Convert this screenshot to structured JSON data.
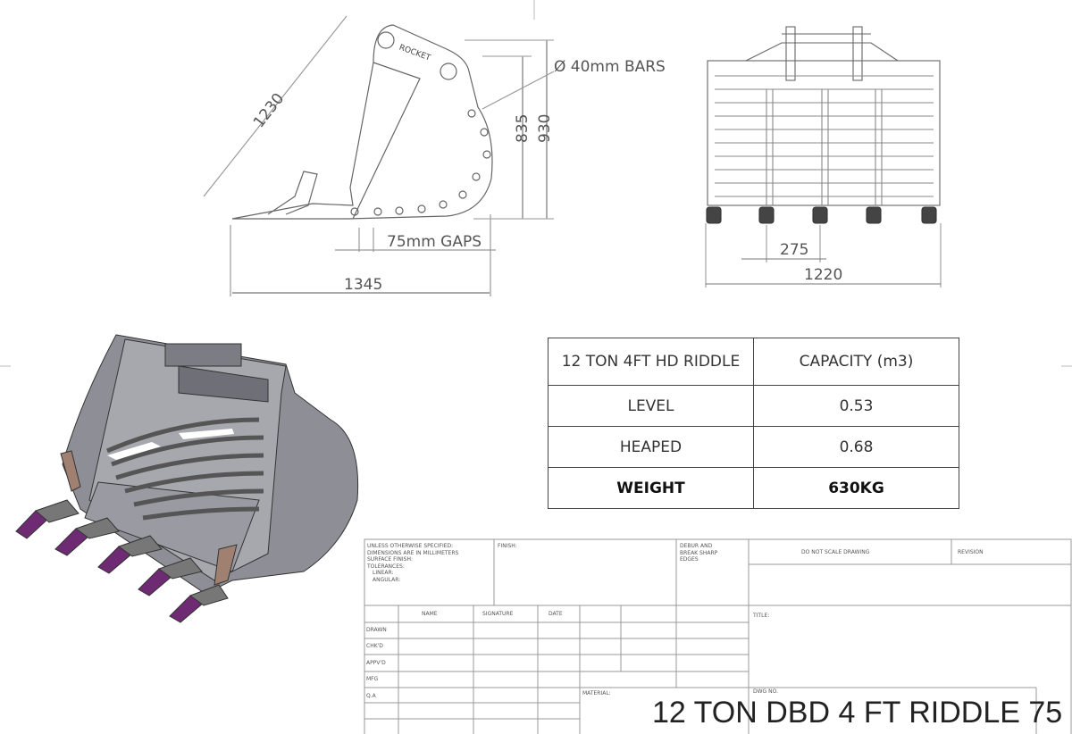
{
  "side_view": {
    "dim_length_diag": "1230",
    "dim_height_inner": "835",
    "dim_height_outer": "930",
    "dim_length": "1345",
    "gap_label": "75mm GAPS",
    "bar_label": "Ø 40mm BARS"
  },
  "front_view": {
    "dim_tooth_pitch": "275",
    "dim_width": "1220"
  },
  "spec_table": {
    "headers": [
      "12 TON 4FT HD RIDDLE",
      "CAPACITY (m3)"
    ],
    "rows": [
      {
        "label": "LEVEL",
        "value": "0.53"
      },
      {
        "label": "HEAPED",
        "value": "0.68"
      },
      {
        "label": "WEIGHT",
        "value": "630KG"
      }
    ]
  },
  "title_block": {
    "notes": [
      "UNLESS OTHERWISE SPECIFIED:",
      "DIMENSIONS ARE IN MILLIMETERS",
      "SURFACE FINISH:",
      "TOLERANCES:",
      "LINEAR:",
      "ANGULAR:"
    ],
    "finish": "FINISH:",
    "deburr": [
      "DEBUR AND",
      "BREAK SHARP",
      "EDGES"
    ],
    "do_not_scale": "DO NOT SCALE DRAWING",
    "revision": "REVISION",
    "columns": [
      "NAME",
      "SIGNATURE",
      "DATE"
    ],
    "roles": [
      "DRAWN",
      "CHK'D",
      "APPV'D",
      "MFG",
      "Q.A"
    ],
    "title_label": "TITLE:",
    "material_label": "MATERIAL:",
    "dwg_label": "DWG NO.",
    "drawing_title": "12 TON DBD 4 FT RIDDLE 75"
  }
}
